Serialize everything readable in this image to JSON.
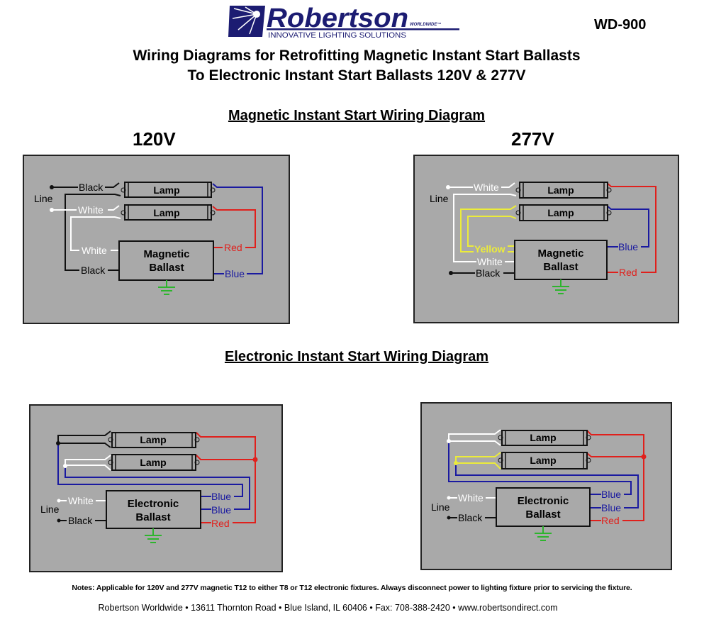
{
  "logo": {
    "brand": "Robertson",
    "sub": "WORLDWIDE™",
    "tagline": "INNOVATIVE LIGHTING SOLUTIONS"
  },
  "doc_id": "WD-900",
  "title": {
    "line1": "Wiring Diagrams for Retrofitting Magnetic Instant Start Ballasts",
    "line2": "To Electronic Instant Start Ballasts 120V & 277V"
  },
  "magnetic": {
    "heading": "Magnetic Instant Start Wiring Diagram",
    "v120": {
      "voltage": "120V",
      "line": "Line",
      "lamp1": "Lamp",
      "lamp2": "Lamp",
      "ballast1": "Magnetic",
      "ballast2": "Ballast",
      "black_in": "Black",
      "white_in": "White",
      "white_b": "White",
      "black_b": "Black",
      "red": "Red",
      "blue": "Blue"
    },
    "v277": {
      "voltage": "277V",
      "line": "Line",
      "lamp1": "Lamp",
      "lamp2": "Lamp",
      "ballast1": "Magnetic",
      "ballast2": "Ballast",
      "white_in": "White",
      "yellow": "Yellow",
      "white_b": "White",
      "black_b": "Black",
      "blue": "Blue",
      "red": "Red"
    }
  },
  "electronic": {
    "heading": "Electronic Instant Start Wiring Diagram",
    "v120": {
      "line": "Line",
      "lamp1": "Lamp",
      "lamp2": "Lamp",
      "ballast1": "Electronic",
      "ballast2": "Ballast",
      "white": "White",
      "black": "Black",
      "blue1": "Blue",
      "blue2": "Blue",
      "red": "Red"
    },
    "v277": {
      "line": "Line",
      "lamp1": "Lamp",
      "lamp2": "Lamp",
      "ballast1": "Electronic",
      "ballast2": "Ballast",
      "white": "White",
      "black": "Black",
      "blue1": "Blue",
      "blue2": "Blue",
      "red": "Red"
    }
  },
  "notes": "Notes:  Applicable for 120V and 277V magnetic T12 to either T8 or T12 electronic fixtures.  Always disconnect power to lighting fixture prior to servicing the fixture.",
  "footer": "Robertson Worldwide • 13611 Thornton Road • Blue Island, IL 60406 • Fax: 708-388-2420 • www.robertsondirect.com",
  "colors": {
    "panel": "#a9a9a9",
    "red": "#e0201c",
    "blue": "#1a1aa0",
    "yellow": "#ecec3a",
    "green": "#2db52d",
    "navy": "#1c1c72"
  }
}
